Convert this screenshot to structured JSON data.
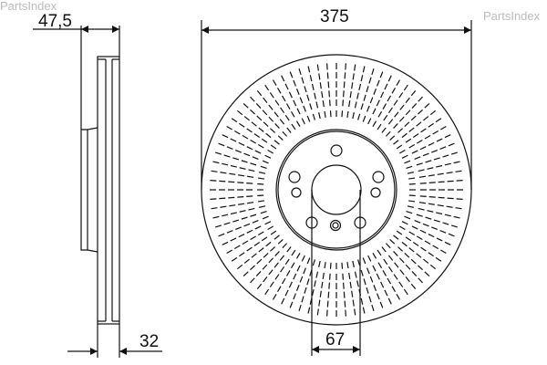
{
  "dimensions": {
    "width_label": "47,5",
    "thickness_label": "32",
    "diameter_label": "375",
    "center_bore_label": "67"
  },
  "watermark": "PartsIndex",
  "colors": {
    "line": "#111111",
    "watermark": "#bbbbbb"
  }
}
